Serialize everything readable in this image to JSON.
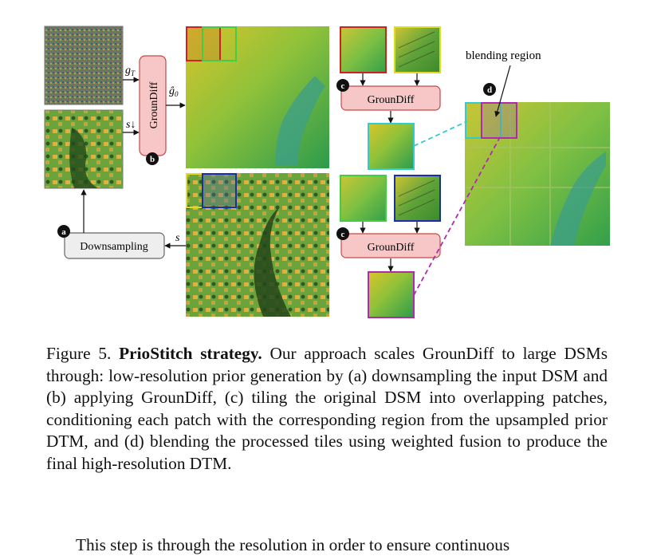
{
  "figure": {
    "labels": {
      "g_T": "g",
      "g_T_sub": "T",
      "s_down": "s↓",
      "g_hat": "ĝ",
      "g_hat_sub": "0",
      "s": "s",
      "groundiff_vertical": "GrounDiff",
      "groundiff_top": "GrounDiff",
      "groundiff_bottom": "GrounDiff",
      "downsampling": "Downsampling",
      "blending_region": "blending region",
      "marker_a": "a",
      "marker_b": "b",
      "marker_c_top": "c",
      "marker_c_bottom": "c",
      "marker_d": "d"
    },
    "colors": {
      "groundiff_fill": "#f6c7c6",
      "groundiff_stroke": "#c44a4a",
      "downsampling_fill": "#eeeeee",
      "patch_red": "#cc2222",
      "patch_green": "#44cc44",
      "patch_blue": "#1a2ea8",
      "patch_yellow": "#dddd22",
      "patch_cyan": "#33cccc",
      "patch_magenta": "#b02ab0"
    }
  },
  "caption": {
    "prefix": "Figure 5.",
    "title": "PrioStitch strategy.",
    "body": "Our approach scales GrounDiff to large DSMs through: low-resolution prior generation by (a) downsampling the input DSM and (b) applying GrounDiff, (c) tiling the original DSM into overlapping patches, conditioning each patch with the corresponding region from the upsampled prior DTM, and (d) blending the processed tiles using weighted fusion to produce the final high-resolution DTM."
  },
  "next_line": "This step is through the resolution in order to ensure continuous"
}
